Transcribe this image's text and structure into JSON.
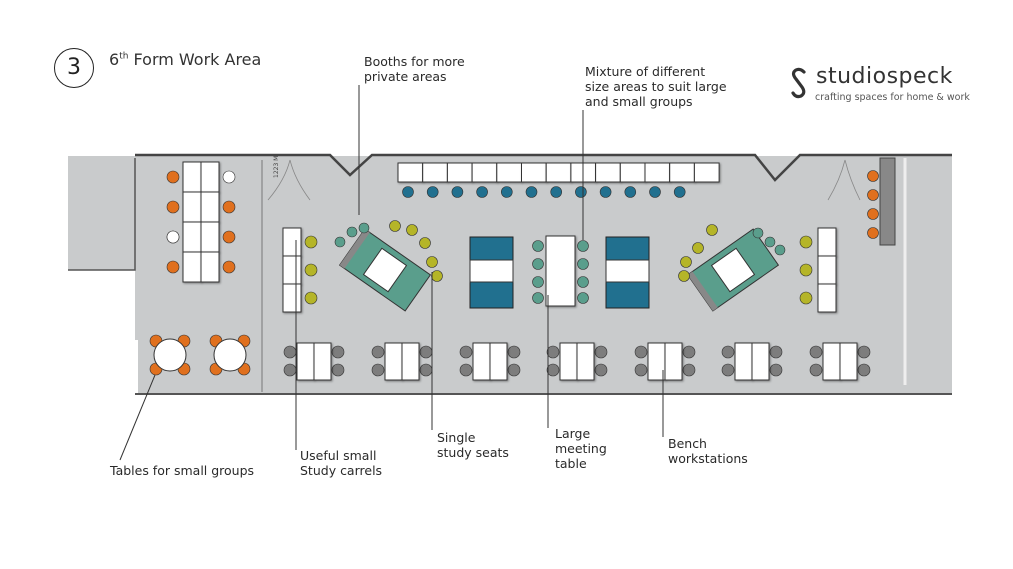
{
  "title": {
    "number": "3",
    "ordinal": "6",
    "ordinal_suffix": "th",
    "text": "Form Work Area"
  },
  "logo": {
    "name": "studiospeck",
    "tagline": "crafting spaces for home & work"
  },
  "door_labels": [
    "1223 M"
  ],
  "annotations": {
    "booths": "Booths for more\nprivate areas",
    "mixture": "Mixture of different\nsize areas to suit large\nand small groups",
    "single": "Single\nstudy seats",
    "meeting": "Large\nmeeting\ntable",
    "bench": "Bench\nworkstations",
    "carrels": "Useful small\nStudy carrels",
    "small_groups": "Tables for small groups"
  },
  "colors": {
    "floor": "#c9cbcc",
    "orange": "#e0701e",
    "teal": "#5a9e8c",
    "blue": "#21708f",
    "yellow": "#b5b528",
    "grey_chair": "#7d7d7d"
  }
}
